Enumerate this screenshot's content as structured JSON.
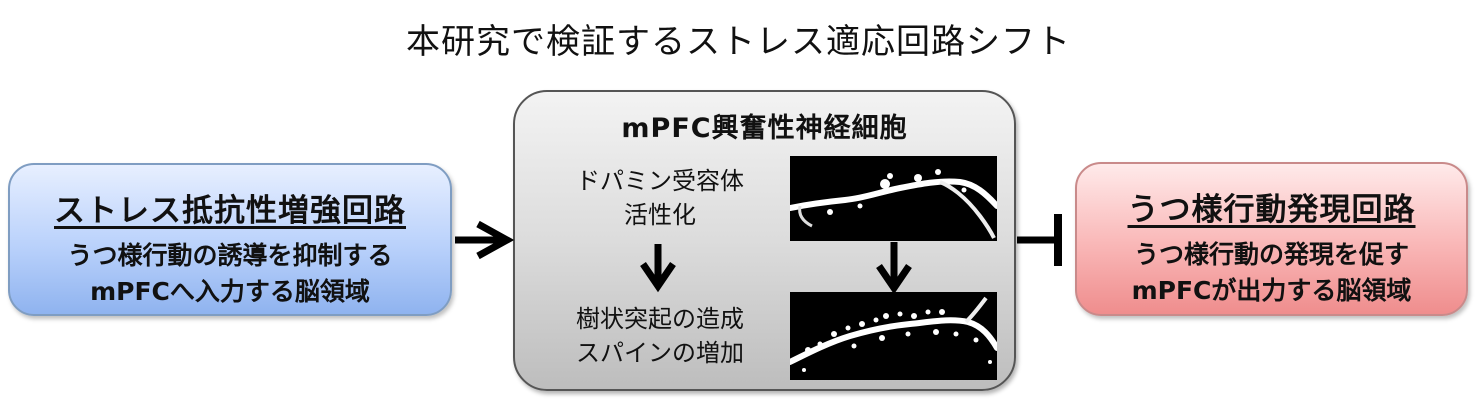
{
  "title": "本研究で検証するストレス適応回路シフト",
  "left_box": {
    "heading": "ストレス抵抗性増強回路",
    "lines": [
      "うつ様行動の誘導を抑制する",
      "mPFCへ入力する脳領域"
    ],
    "color": "#b9d1fb"
  },
  "center_box": {
    "title": "mPFC興奮性神経細胞",
    "step1": [
      "ドパミン受容体",
      "活性化"
    ],
    "step2": [
      "樹状突起の造成",
      "スパインの増加"
    ],
    "image_top": "dendrite micrograph (before)",
    "image_bottom": "dendrite micrograph (after, more spines)",
    "color": "#dcdcdc"
  },
  "right_box": {
    "heading": "うつ様行動発現回路",
    "lines": [
      "うつ様行動の発現を促す",
      "mPFCが出力する脳領域"
    ],
    "color": "#f9b6b6"
  },
  "connectors": {
    "left_to_center": "arrow",
    "center_to_right": "inhibition (T-bar)",
    "step1_to_step2": "down-arrow",
    "image_to_image": "down-arrow"
  }
}
